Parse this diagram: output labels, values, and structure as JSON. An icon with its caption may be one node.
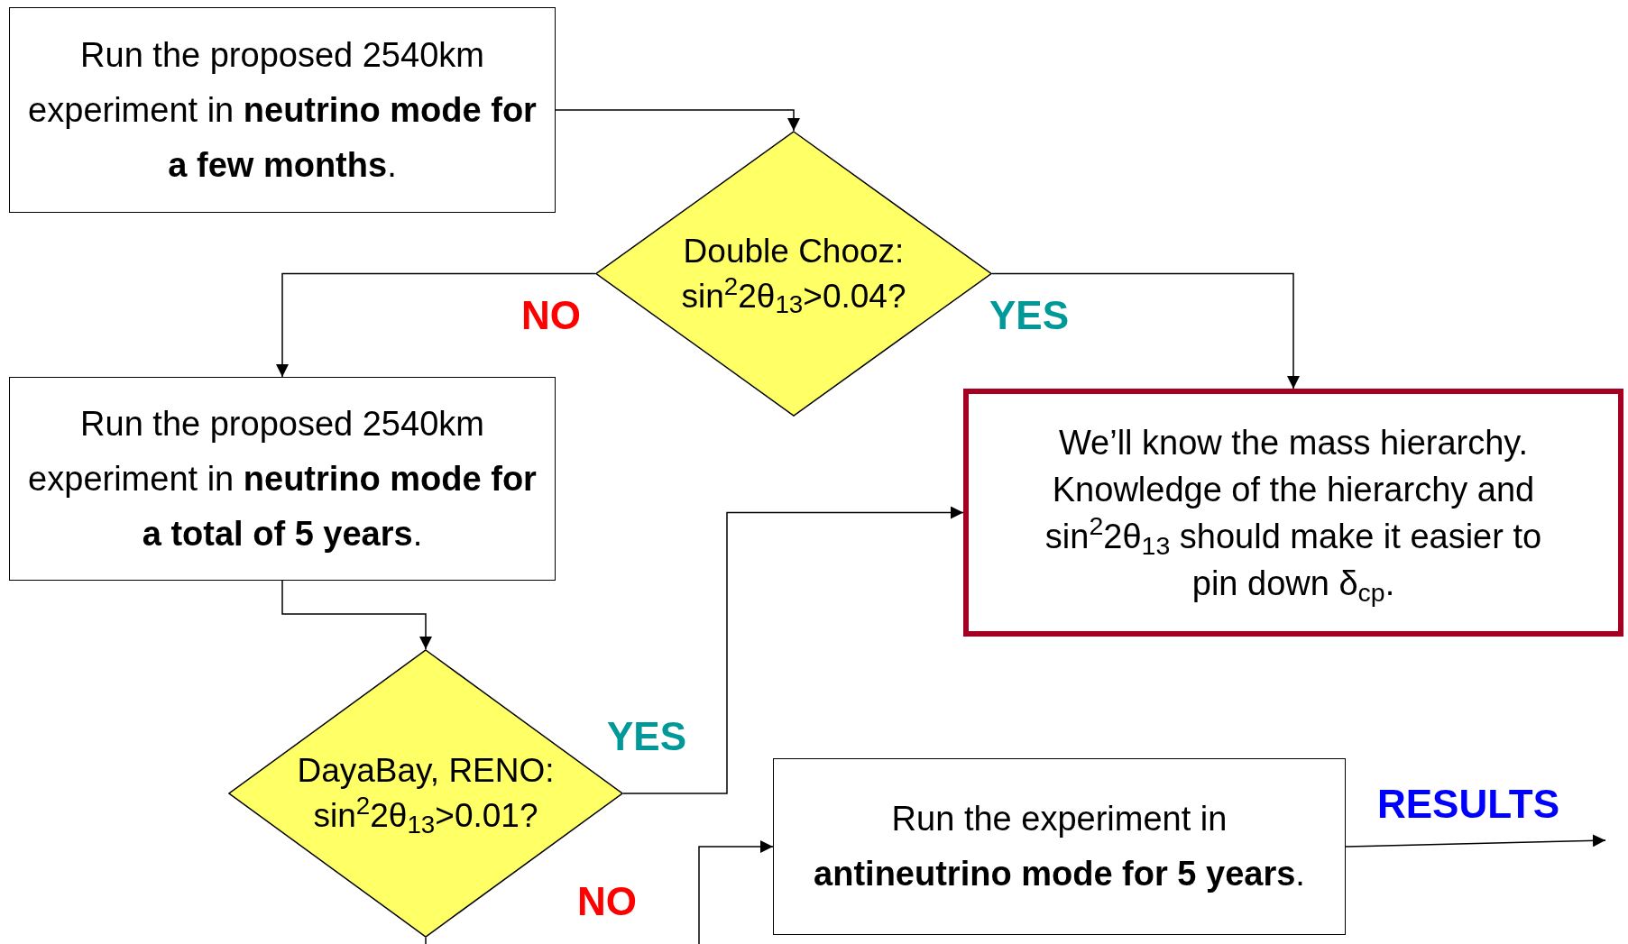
{
  "diagram": {
    "nodes": [
      {
        "text": [
          "Run the proposed 2540km experiment in **neutrino mode for a few months**."
        ]
      },
      {
        "text": [
          "Double Chooz: sin$^{2}$2θ$_{13}$>0.04?"
        ]
      },
      {
        "text": [
          "Run the proposed 2540km experiment in **neutrino mode for a total of 5 years**."
        ]
      },
      {
        "text": [
          "We’ll know the mass hierarchy. Knowledge of the hierarchy and sin$^{2}$2θ$_{13}$ should make it easier to pin down δ$_{cp}$."
        ]
      },
      {
        "text": [
          "DayaBay, RENO: sin$^{2}$2θ$_{13}$>0.01?"
        ]
      },
      {
        "text": [
          "Run the experiment in **antineutrino mode for 5 years**."
        ]
      }
    ],
    "edges": [
      {
        "from": 0,
        "to": 1,
        "arrow": "to"
      },
      {
        "from": 1,
        "to": 2,
        "arrow": "to",
        "label": "NO"
      },
      {
        "from": 1,
        "to": 3,
        "arrow": "to",
        "label": "YES"
      },
      {
        "from": 2,
        "to": 4,
        "arrow": "to"
      },
      {
        "from": 4,
        "to": 3,
        "arrow": "to",
        "label": "YES"
      },
      {
        "from": 4,
        "to": null,
        "arrow": "none",
        "label": "NO"
      },
      {
        "from": null,
        "to": 5,
        "arrow": "to"
      },
      {
        "from": 5,
        "to": null,
        "arrow": "to",
        "label": "RESULTS"
      }
    ]
  }
}
